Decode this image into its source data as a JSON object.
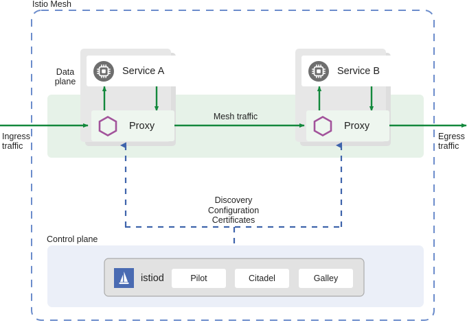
{
  "diagram": {
    "title": "Istio Mesh",
    "mesh_label": "Istio Mesh",
    "data_plane_label": "Data\nplane",
    "control_plane_label": "Control plane",
    "ingress_label": "Ingress\ntraffic",
    "egress_label": "Egress\ntraffic",
    "mesh_traffic_label": "Mesh traffic",
    "xds_label": "Discovery\nConfiguration\nCertificates"
  },
  "pods": [
    {
      "service_label": "Service A",
      "service_icon": "cpu-chip-icon",
      "proxy_label": "Proxy",
      "proxy_icon": "hexagon-icon"
    },
    {
      "service_label": "Service B",
      "service_icon": "cpu-chip-icon",
      "proxy_label": "Proxy",
      "proxy_icon": "hexagon-icon"
    }
  ],
  "control_plane": {
    "istiod_label": "istiod",
    "istiod_icon": "istio-sail-logo",
    "components": [
      {
        "label": "Pilot"
      },
      {
        "label": "Citadel"
      },
      {
        "label": "Galley"
      }
    ]
  },
  "colors": {
    "mesh_border": "#4c6fb1",
    "traffic_green": "#13883c",
    "hexagon_purple": "#a2539b",
    "service_icon_gray": "#6e6e6e",
    "data_plane_band": "#e6f2e8",
    "pod_gray": "#e4e4e4",
    "control_plane_panel": "#eceff8",
    "istiod_panel": "#e3e3e3",
    "istiod_logo_blue": "#4a6bb2",
    "text": "#1f1f1f"
  }
}
